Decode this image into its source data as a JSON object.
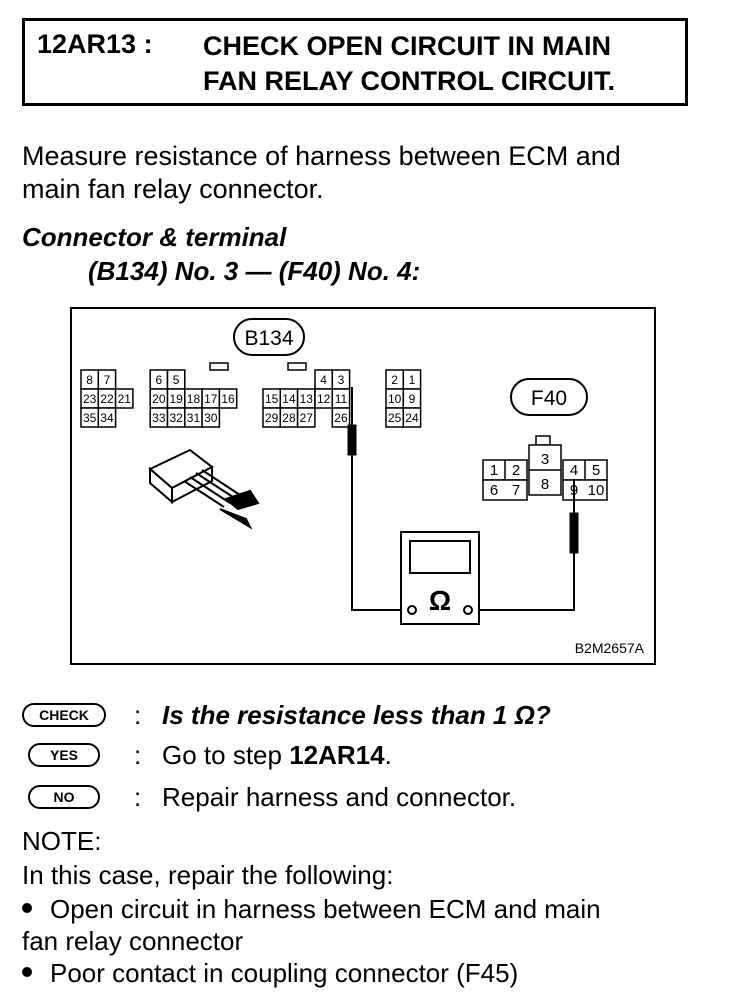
{
  "header": {
    "step_code": "12AR13 :",
    "title_line1": "CHECK OPEN CIRCUIT IN MAIN",
    "title_line2": "FAN RELAY CONTROL CIRCUIT."
  },
  "instruction": {
    "line1": "Measure resistance of harness between ECM and",
    "line2": "main fan relay connector."
  },
  "connector": {
    "heading": "Connector & terminal",
    "spec": "(B134) No. 3 — (F40) No. 4:"
  },
  "figure": {
    "b134_label": "B134",
    "f40_label": "F40",
    "figure_code": "B2M2657A",
    "ohm_symbol": "Ω",
    "b134_row1": [
      "8",
      "7",
      "6",
      "5",
      "4",
      "3",
      "2",
      "1"
    ],
    "b134_row2": [
      "23",
      "22",
      "21",
      "20",
      "19",
      "18",
      "17",
      "16",
      "15",
      "14",
      "13",
      "12",
      "11",
      "10",
      "9"
    ],
    "b134_row3": [
      "35",
      "34",
      "33",
      "32",
      "31",
      "30",
      "29",
      "28",
      "27",
      "26",
      "25",
      "24"
    ],
    "f40_cells": [
      "1",
      "2",
      "3",
      "4",
      "5",
      "6",
      "7",
      "8",
      "9",
      "10"
    ]
  },
  "check": {
    "pill": "CHECK",
    "colon": ":",
    "question": "Is the resistance less than 1 Ω?"
  },
  "yes": {
    "pill": "YES",
    "colon": ":",
    "prefix": "Go to step ",
    "step": "12AR14",
    "suffix": "."
  },
  "no": {
    "pill": "NO",
    "colon": ":",
    "text": "Repair harness and connector."
  },
  "note": {
    "label": "NOTE:",
    "intro": "In this case, repair the following:",
    "bullet1_line1": "Open circuit in harness between ECM and main",
    "bullet1_line2": "fan relay connector",
    "bullet2": "Poor contact in coupling connector (F45)"
  }
}
